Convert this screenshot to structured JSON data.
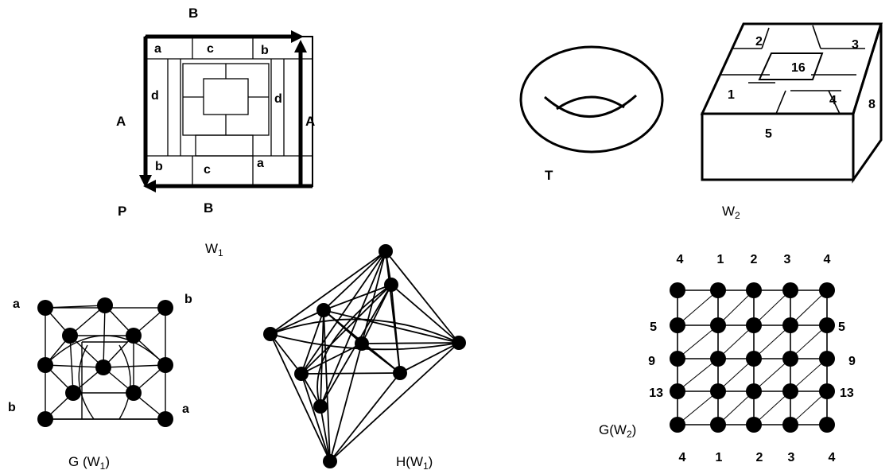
{
  "w1": {
    "side_labels": {
      "top": "B",
      "left": "A",
      "right": "A",
      "bottom": "B",
      "corner": "P"
    },
    "cells": {
      "top_left": "a",
      "top_mid": "c",
      "top_right": "b",
      "left": "d",
      "right": "d",
      "bottom_left": "b",
      "bottom_mid": "c",
      "bottom_right": "a"
    },
    "caption": {
      "main": "W",
      "sub": "1"
    }
  },
  "torus": {
    "label": "T"
  },
  "w2": {
    "faces": {
      "f2": "2",
      "f3": "3",
      "f16": "16",
      "f1": "1",
      "f4": "4",
      "f8": "8",
      "f5": "5"
    },
    "caption": {
      "main": "W",
      "sub": "2"
    }
  },
  "g_w1": {
    "corner_labels": {
      "top_left": "a",
      "top_right": "b",
      "bottom_left": "b",
      "bottom_right": "a"
    },
    "caption": {
      "pre": "G (W",
      "sub": "1",
      "post": ")"
    }
  },
  "h_w1": {
    "caption": {
      "pre": "H(W",
      "sub": "1",
      "post": ")"
    }
  },
  "g_w2": {
    "top_labels": [
      "4",
      "1",
      "2",
      "3",
      "4"
    ],
    "bottom_labels": [
      "4",
      "1",
      "2",
      "3",
      "4"
    ],
    "left_labels": [
      "5",
      "9",
      "13"
    ],
    "right_labels": [
      "5",
      "9",
      "13"
    ],
    "caption": {
      "pre": "G(W",
      "sub": "2",
      "post": ")"
    }
  },
  "colors": {
    "ink": "#000000",
    "background": "#ffffff"
  }
}
